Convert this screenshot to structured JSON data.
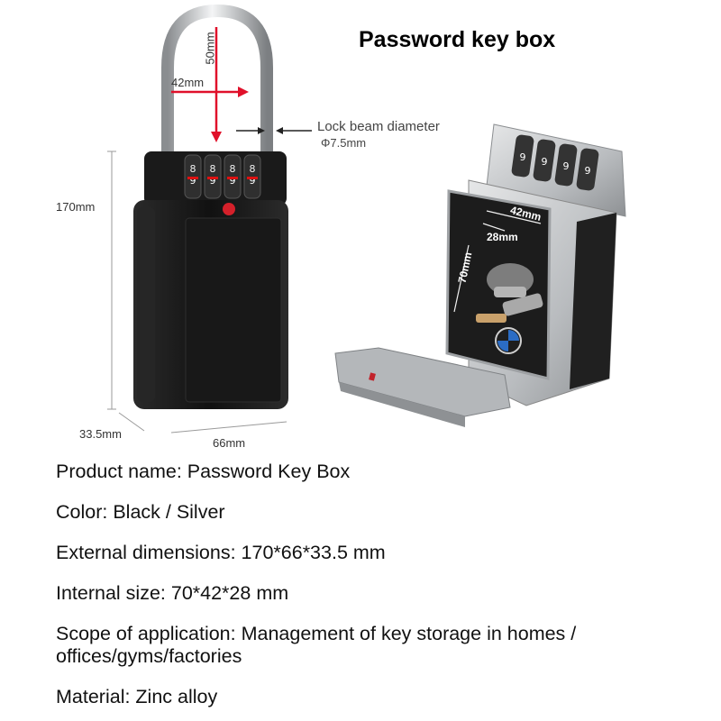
{
  "title": "Password key box",
  "dimensions": {
    "shackle_height": "50mm",
    "shackle_width": "42mm",
    "beam_label": "Lock beam diameter",
    "beam_value": "Φ7.5mm",
    "height": "170mm",
    "depth": "33.5mm",
    "width": "66mm",
    "inner_width": "42mm",
    "inner_depth": "28mm",
    "inner_height": "70mm"
  },
  "specs": {
    "name": "Product name: Password Key Box",
    "color": "Color: Black / Silver",
    "external": "External dimensions: 170*66*33.5 mm",
    "internal": "Internal size: 70*42*28 mm",
    "scope_line1": "Scope of application: Management of key storage in homes /",
    "scope_line2": "offices/gyms/factories",
    "material": "Material: Zinc alloy"
  },
  "colors": {
    "dimension_arrow": "#e0102a",
    "box_black": "#1b1b1b",
    "box_silver": "#c9cbcd"
  }
}
